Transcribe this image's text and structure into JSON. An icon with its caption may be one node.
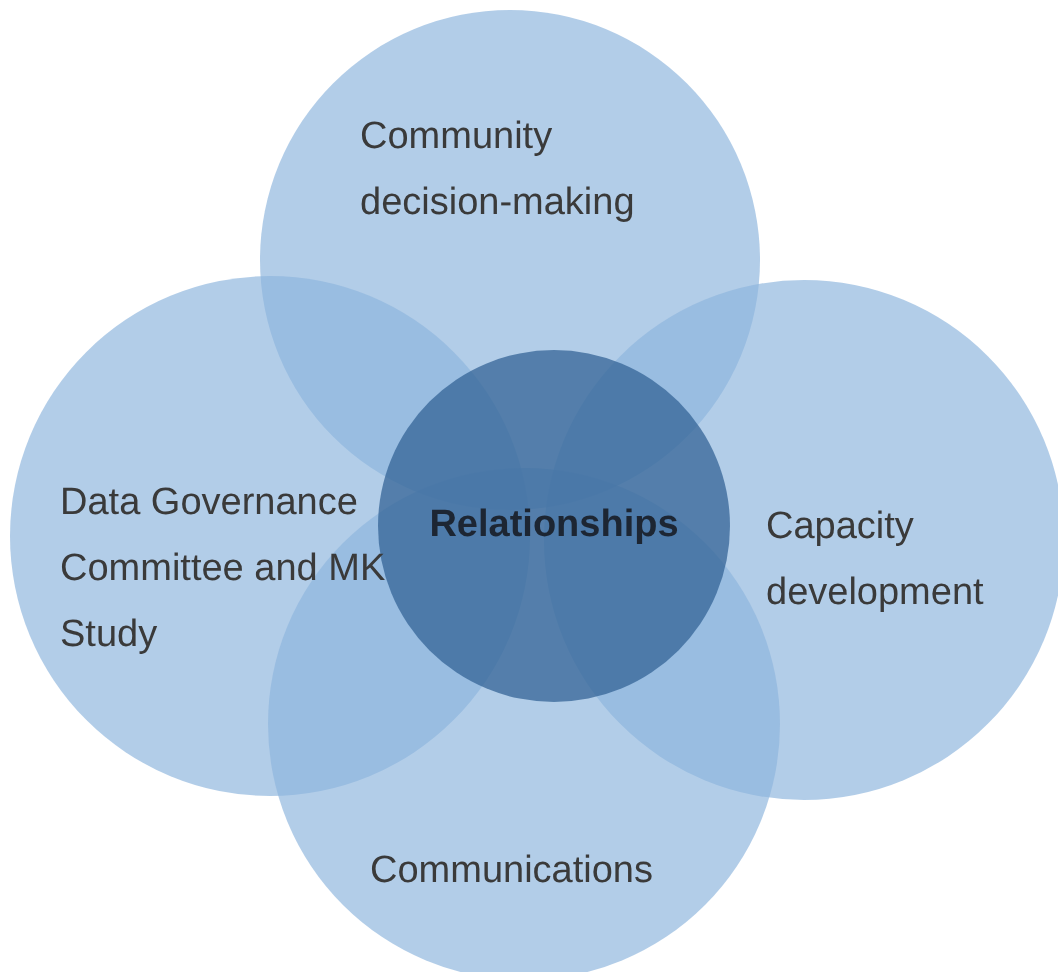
{
  "diagram": {
    "nodes": [
      {
        "text": [
          "Community decision-making"
        ]
      },
      {
        "text": [
          "Data Governance Committee and MK Study"
        ]
      },
      {
        "text": [
          "Relationships"
        ]
      },
      {
        "text": [
          "Capacity development"
        ]
      },
      {
        "text": [
          "Communications"
        ]
      }
    ]
  }
}
